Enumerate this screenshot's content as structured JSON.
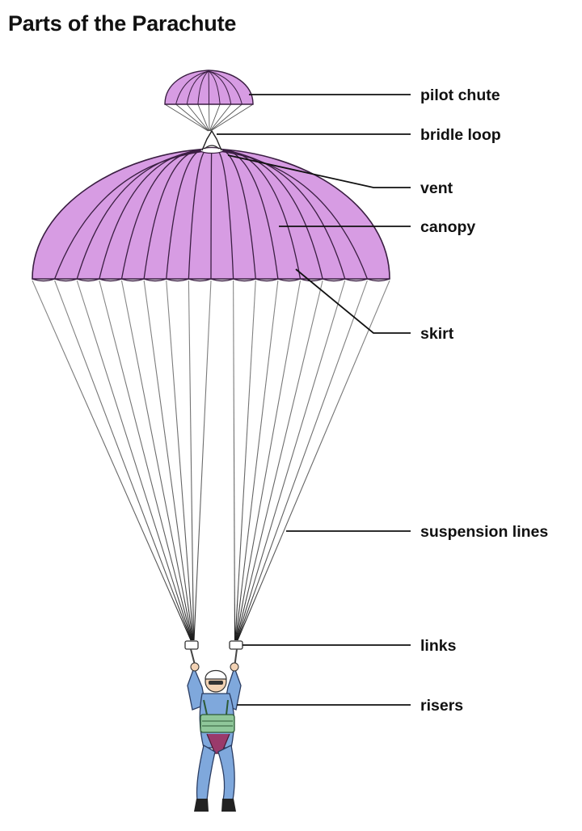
{
  "title": "Parts of the Parachute",
  "colors": {
    "canopy": "#d79ce3",
    "canopy_line": "#3a1e42",
    "suspension_line": "#6a6a6a",
    "jumpsuit": "#7fa8dc",
    "harness": "#8fc79a",
    "background": "#ffffff"
  },
  "labels": {
    "pilot_chute": "pilot chute",
    "bridle_loop": "bridle loop",
    "vent": "vent",
    "canopy": "canopy",
    "skirt": "skirt",
    "suspension_lines": "suspension lines",
    "links": "links",
    "risers": "risers"
  }
}
